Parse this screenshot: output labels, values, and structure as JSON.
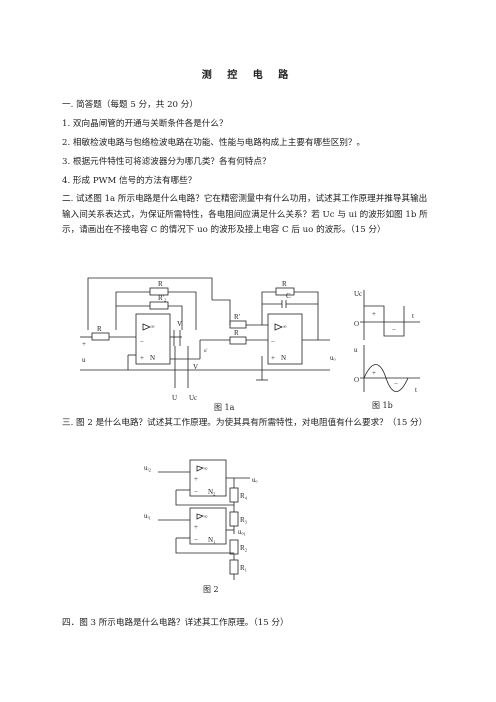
{
  "title": "测 控 电 路",
  "section1": {
    "heading": "一. 简答题（每题 5 分，共 20 分）",
    "questions": [
      "1. 双向晶闸管的开通与关断条件各是什么？",
      "2. 相敏检波电路与包络检波电路在功能、性能与电路构成上主要有哪些区别？。",
      "3. 根据元件特性可将滤波器分为哪几类？各有何特点？",
      "4. 形成 PWM 信号的方法有哪些？"
    ]
  },
  "section2": {
    "text": "二. 试述图 1a 所示电路是什么电路？它在精密测量中有什么功用，试述其工作原理并推导其输出输入间关系表达式，为保证所需特性，各电阻间应满足什么关系？若 Uc 与 ui 的波形如图 1b 所示，请画出在不接电容 C 的情况下 uo 的波形及接上电容 C 后 uo 的波形。（15 分）",
    "figure_a_caption": "图 1a",
    "figure_b_caption": "图 1b",
    "labels": {
      "R": "R",
      "Rp": "R'",
      "Rp2": "R'₂",
      "C": "C",
      "N": "N",
      "V": "V",
      "inf": "∞",
      "u": "u",
      "ui": "uᵢ",
      "uo": "uₒ",
      "U_bar": "U",
      "Uc": "Uc",
      "O": "O",
      "t": "t",
      "plus": "+",
      "minus": "−"
    }
  },
  "section3": {
    "text": "三. 图 2 是什么电路？试述其工作原理。为使其具有所需特性，对电阻值有什么要求？（15 分）",
    "figure_caption": "图 2",
    "labels": {
      "ui2": "uᵢ₂",
      "ui1": "uᵢ₁",
      "uo": "uₒ",
      "uo1": "uₒ₁",
      "N1": "N₁",
      "N2": "N₂",
      "R1": "R₁",
      "R2": "R₂",
      "R3": "R₃",
      "R4": "R₄"
    }
  },
  "section4": {
    "text": "四．图 3 所示电路是什么电路？详述其工作原理。（15 分）"
  }
}
